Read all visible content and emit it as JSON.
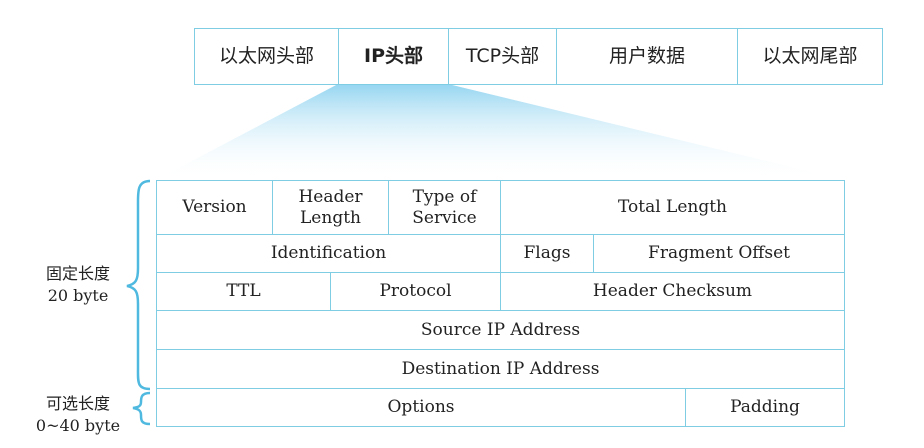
{
  "packet": {
    "ethernet_header": "以太网头部",
    "ip_header": "IP头部",
    "tcp_header": "TCP头部",
    "user_data": "用户数据",
    "ethernet_trailer": "以太网尾部"
  },
  "ip_header": {
    "row1": {
      "version": "Version",
      "header_length_1": "Header",
      "header_length_2": "Length",
      "type_of_service_1": "Type of",
      "type_of_service_2": "Service",
      "total_length": "Total Length"
    },
    "row2": {
      "identification": "Identification",
      "flags": "Flags",
      "fragment_offset": "Fragment Offset"
    },
    "row3": {
      "ttl": "TTL",
      "protocol": "Protocol",
      "header_checksum": "Header Checksum"
    },
    "row4": {
      "source_ip": "Source IP Address"
    },
    "row5": {
      "destination_ip": "Destination IP Address"
    },
    "row6": {
      "options": "Options",
      "padding": "Padding"
    }
  },
  "annotations": {
    "fixed_label": "固定长度",
    "fixed_size": "20 byte",
    "optional_label": "可选长度",
    "optional_size": "0~40 byte"
  },
  "colors": {
    "border": "#7ecde3",
    "brace": "#4fb9df",
    "fan": "#aee0f4"
  }
}
